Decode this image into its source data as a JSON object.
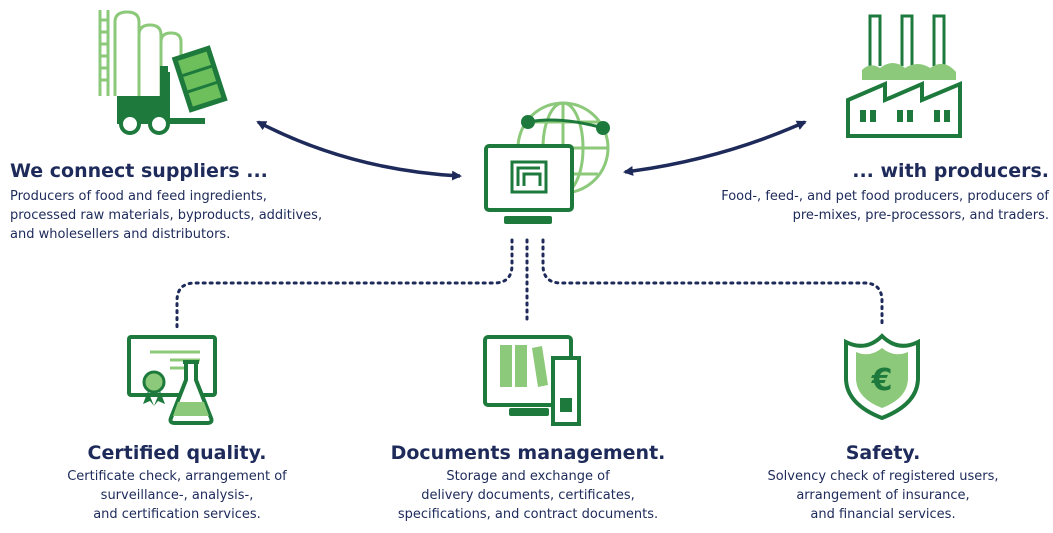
{
  "suppliers": {
    "title": "We connect suppliers ...",
    "lines": [
      "Producers of food and feed ingredients,",
      "processed raw materials, byproducts, additives,",
      "and wholesellers and distributors."
    ]
  },
  "producers": {
    "title": "... with producers.",
    "lines": [
      "Food-, feed-, and pet food producers, producers of",
      "pre-mixes, pre-processors, and traders."
    ]
  },
  "quality": {
    "title": "Certified quality.",
    "lines": [
      "Certificate check, arrangement of",
      "surveillance-, analysis-,",
      "and certification services."
    ]
  },
  "documents": {
    "title": "Documents management.",
    "lines": [
      "Storage and exchange of",
      "delivery documents, certificates,",
      "specifications, and contract documents."
    ]
  },
  "safety": {
    "title": "Safety.",
    "lines": [
      "Solvency check of registered users,",
      "arrangement of insurance,",
      "and financial services."
    ]
  },
  "icons": {
    "suppliers": "silo-forklift-icon",
    "producers": "factory-icon",
    "platform": "monitor-globe-icon",
    "quality": "certificate-flask-icon",
    "documents": "binders-monitor-icon",
    "safety": "euro-shield-icon",
    "safety_symbol": "€"
  },
  "colors": {
    "navy": "#1d2a5a",
    "dark_green": "#1e7a3c",
    "light_green": "#8cc97a",
    "mid_green": "#4fa25a"
  }
}
